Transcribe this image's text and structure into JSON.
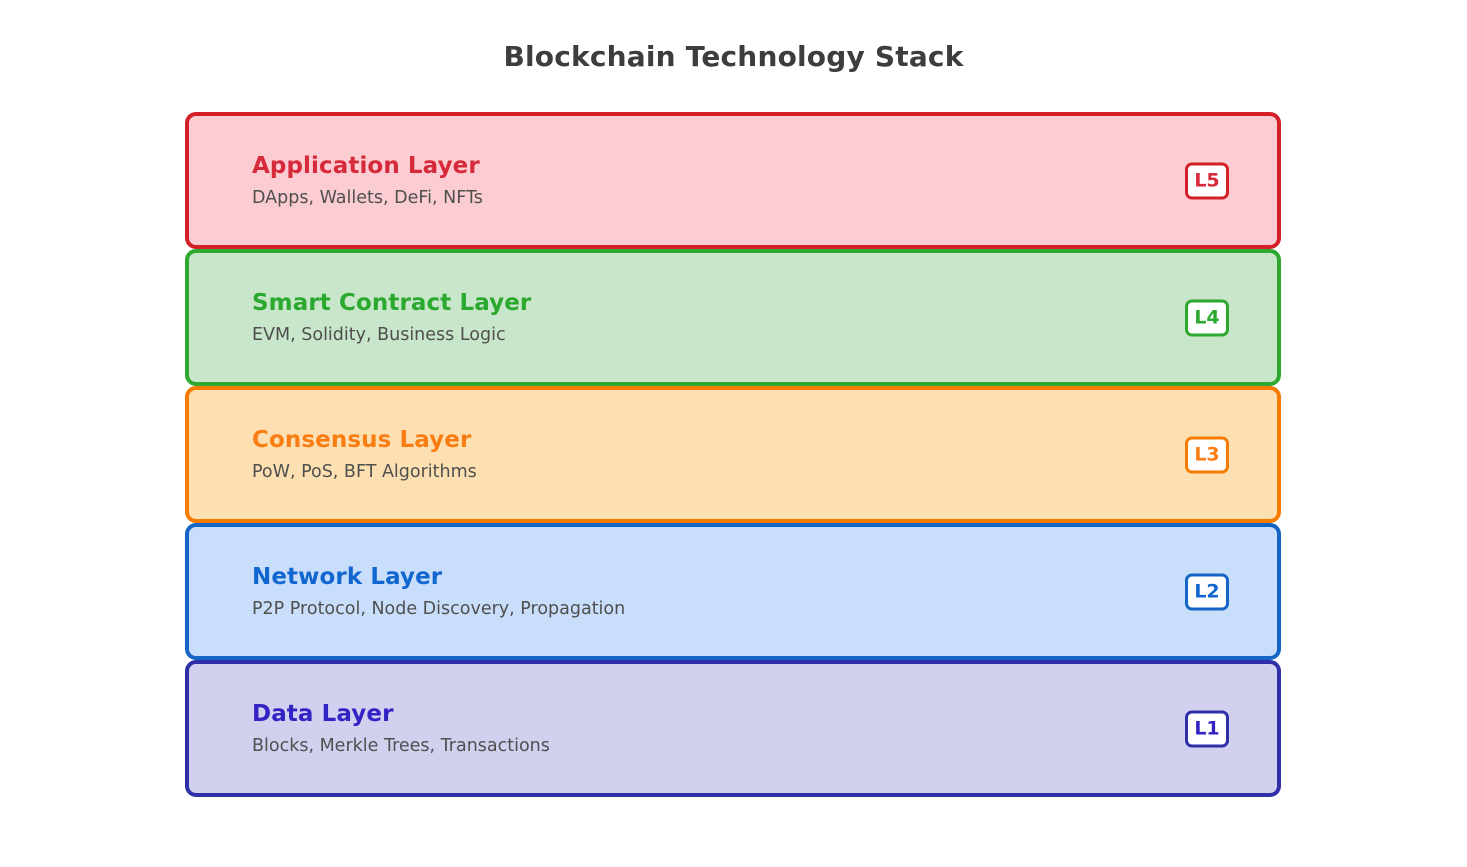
{
  "title": "Blockchain Technology Stack",
  "colors": {
    "title_text": "#3d3d3d",
    "subtitle_text": "#4f4f4f",
    "connector": "#8a8a8a",
    "badge_fill": "#ffffff",
    "background": "#ffffff"
  },
  "connector_icon": "chevron-up-icon",
  "layers": [
    {
      "title": "Application Layer",
      "subtitle": "DApps, Wallets, DeFi, NFTs",
      "badge": "L5",
      "fill": "#fbcdd2",
      "border": "#d32029",
      "accent": "#d6293a"
    },
    {
      "title": "Smart Contract Layer",
      "subtitle": "EVM, Solidity, Business Logic",
      "badge": "L4",
      "fill": "#c8e6c9",
      "border": "#2ea82e",
      "accent": "#2ba82e"
    },
    {
      "title": "Consensus Layer",
      "subtitle": "PoW, PoS, BFT Algorithms",
      "badge": "L3",
      "fill": "#fde0b2",
      "border": "#f57c00",
      "accent": "#f97d12"
    },
    {
      "title": "Network Layer",
      "subtitle": "P2P Protocol, Node Discovery, Propagation",
      "badge": "L2",
      "fill": "#c9deFB",
      "border": "#1565c7",
      "accent": "#1266cf"
    },
    {
      "title": "Data Layer",
      "subtitle": "Blocks, Merkle Trees, Transactions",
      "badge": "L1",
      "fill": "#d1d1ef",
      "border": "#2f2fa8",
      "accent": "#3423c4"
    }
  ]
}
